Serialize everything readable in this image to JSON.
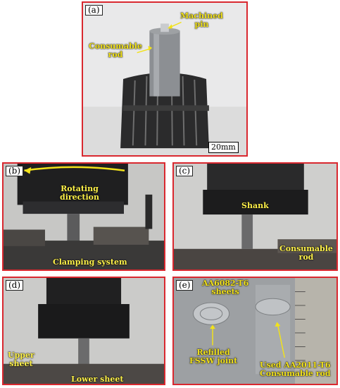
{
  "panels": {
    "a": {
      "label": "(a)",
      "annotations": {
        "machined_pin": "Machined\npin",
        "consumable_rod": "Consumable\nrod"
      },
      "scale_bar": "20mm"
    },
    "b": {
      "label": "(b)",
      "annotations": {
        "rotating_direction": "Rotating\ndirection",
        "clamping_system": "Clamping system"
      }
    },
    "c": {
      "label": "(c)",
      "annotations": {
        "shank": "Shank",
        "consumable_rod": "Consumable\nrod"
      }
    },
    "d": {
      "label": "(d)",
      "annotations": {
        "upper_sheet": "Upper\nsheet",
        "lower_sheet": "Lower sheet"
      }
    },
    "e": {
      "label": "(e)",
      "annotations": {
        "sheets": "AA6082-T6\nsheets",
        "refilled_joint": "Refilled\nFSSW joint",
        "used_rod": "Used AA2011-T6\nConsumable rod"
      }
    }
  },
  "colors": {
    "frame": "#d9282f",
    "annotation": "#f2e21a"
  }
}
